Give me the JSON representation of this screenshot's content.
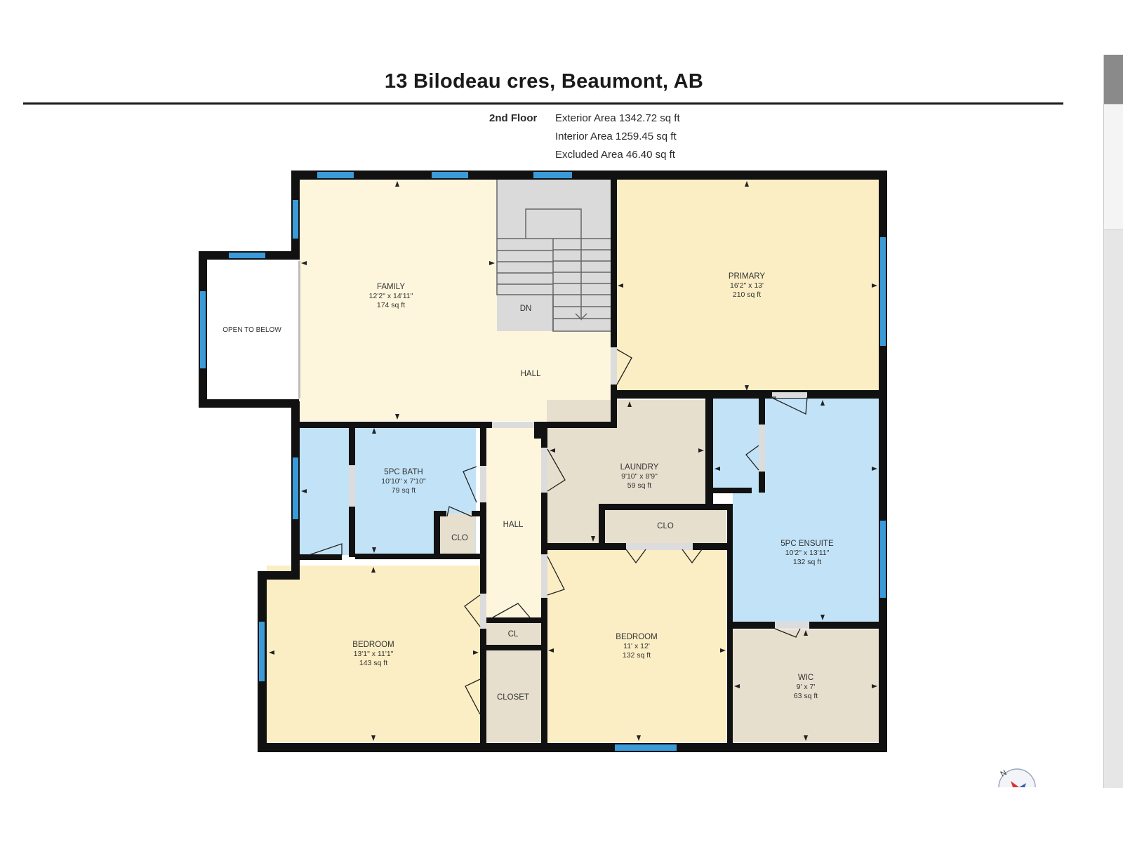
{
  "header": {
    "title": "13 Bilodeau cres, Beaumont, AB",
    "floor_label": "2nd Floor",
    "exterior_area": "Exterior Area 1342.72 sq ft",
    "interior_area": "Interior Area 1259.45 sq ft",
    "excluded_area": "Excluded Area 46.40 sq ft"
  },
  "colors": {
    "wall": "#111111",
    "window": "#3a9bd8",
    "living": "#fdf6dc",
    "bedroom": "#fbeec4",
    "wet": "#c2e3f7",
    "utility": "#e7dfce",
    "stairs": "#dadada"
  },
  "rooms": {
    "open_to_below": {
      "name": "OPEN TO BELOW"
    },
    "family": {
      "name": "FAMILY",
      "dims": "12'2\" x 14'11\"",
      "area": "174 sq ft"
    },
    "dn": {
      "name": "DN"
    },
    "hall_top": {
      "name": "HALL"
    },
    "primary": {
      "name": "PRIMARY",
      "dims": "16'2\" x 13'",
      "area": "210 sq ft"
    },
    "bath": {
      "name": "5PC BATH",
      "dims": "10'10\" x 7'10\"",
      "area": "79 sq ft"
    },
    "clo_bath": {
      "name": "CLO"
    },
    "hall_mid": {
      "name": "HALL"
    },
    "laundry": {
      "name": "LAUNDRY",
      "dims": "9'10\" x 8'9\"",
      "area": "59 sq ft"
    },
    "clo_laundry": {
      "name": "CLO"
    },
    "ensuite": {
      "name": "5PC ENSUITE",
      "dims": "10'2\" x 13'11\"",
      "area": "132 sq ft"
    },
    "bedroom_left": {
      "name": "BEDROOM",
      "dims": "13'1\" x 11'1\"",
      "area": "143 sq ft"
    },
    "cl": {
      "name": "CL"
    },
    "closet": {
      "name": "CLOSET"
    },
    "bedroom_mid": {
      "name": "BEDROOM",
      "dims": "11' x 12'",
      "area": "132 sq ft"
    },
    "wic": {
      "name": "WIC",
      "dims": "9' x 7'",
      "area": "63 sq ft"
    }
  },
  "compass": {
    "north": "N"
  }
}
